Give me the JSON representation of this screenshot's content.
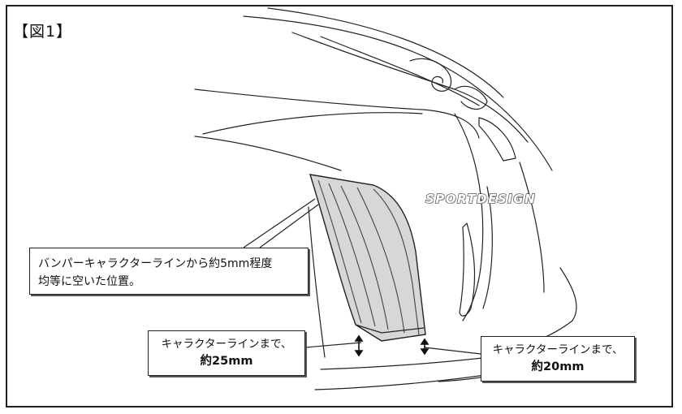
{
  "figure": {
    "label": "【図1】",
    "brand_badge": "SPORTDESIGN"
  },
  "callouts": {
    "bumper_line": {
      "line1": "バンパーキャラクターラインから約5mm程度",
      "line2": "均等に空いた位置。"
    },
    "left_gap": {
      "line1": "キャラクターラインまで、",
      "line2": "約25mm"
    },
    "right_gap": {
      "line1": "キャラクターラインまで、",
      "line2": "約20mm"
    }
  },
  "colors": {
    "line": "#222222",
    "vent_fill": "#d7d7d7",
    "frame": "#222222"
  }
}
